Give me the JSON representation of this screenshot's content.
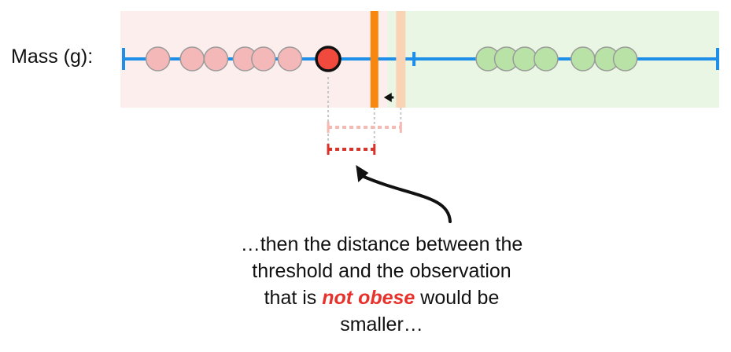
{
  "axis": {
    "label": "Mass (g):",
    "ticks": [
      0,
      3.5,
      7.5,
      11,
      22.5
    ]
  },
  "colors": {
    "axis": "#1d8fe8",
    "not_obese_region": "#fdeeee",
    "obese_region": "#e9f6e3",
    "not_obese_point": "#f5b8b8",
    "obese_point": "#b8e2a6",
    "highlight_point": "#f04a3e",
    "threshold": "#f7870f",
    "threshold_previous": "#f9d4b4",
    "distance_new": "#d8332b",
    "distance_old": "#f4b9b2"
  },
  "chart_data": {
    "type": "scatter",
    "xlim": [
      0,
      22.5
    ],
    "not_obese_points": [
      1.3,
      2.6,
      3.5,
      4.6,
      5.3,
      6.3
    ],
    "obese_points": [
      13.8,
      14.5,
      15.2,
      16.0,
      17.4,
      18.3,
      19.0
    ],
    "highlighted_point": 7.75,
    "threshold": 9.5,
    "previous_threshold": 10.5,
    "not_obese_region": [
      0,
      10.0
    ],
    "obese_region": [
      10.0,
      22.5
    ]
  },
  "caption": {
    "line1": "…then the distance between the",
    "line2": "threshold and the observation",
    "line3_before": "that is ",
    "line3_emphasis": "not obese",
    "line3_after": " would be",
    "line4": "smaller…"
  }
}
